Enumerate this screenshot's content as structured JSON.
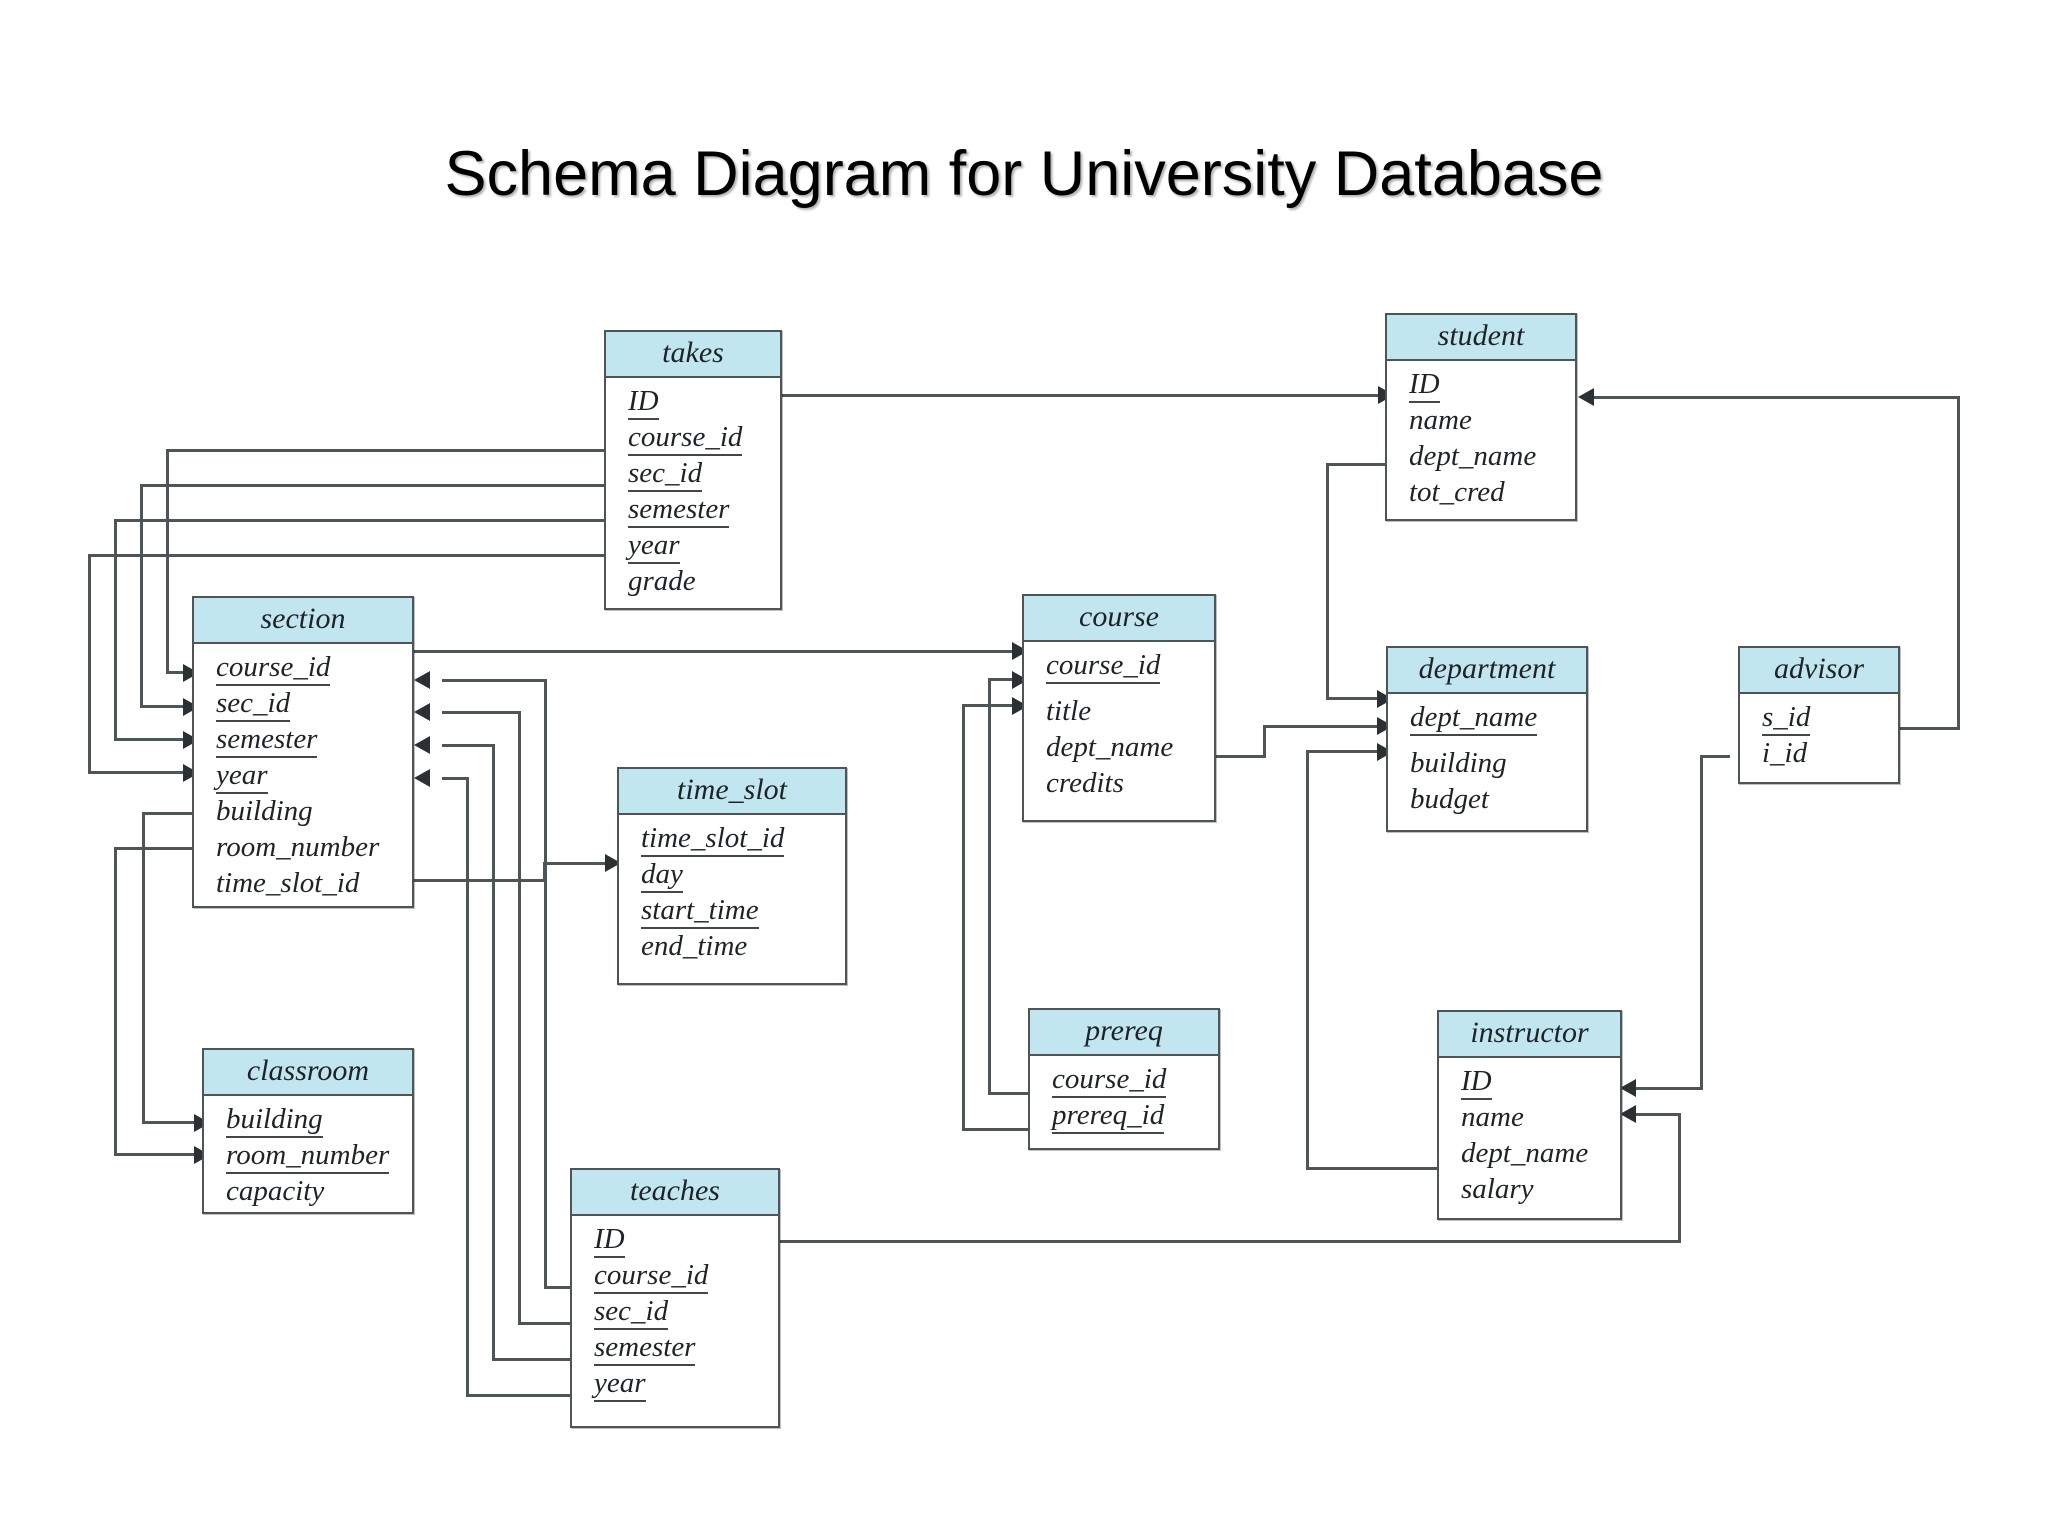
{
  "title": "Schema Diagram for University Database",
  "colors": {
    "header_fill": "#c2e6f0",
    "border": "#4d5558",
    "text": "#1d2327",
    "background": "#ffffff"
  },
  "diagram": {
    "type": "database-schema-diagram",
    "notation": "relational schema with primary-key underline and foreign-key arrows",
    "tables": [
      {
        "name": "takes",
        "attributes": [
          {
            "name": "ID",
            "key": true
          },
          {
            "name": "course_id",
            "key": true
          },
          {
            "name": "sec_id",
            "key": true
          },
          {
            "name": "semester",
            "key": true
          },
          {
            "name": "year",
            "key": true
          },
          {
            "name": "grade",
            "key": false
          }
        ]
      },
      {
        "name": "student",
        "attributes": [
          {
            "name": "ID",
            "key": true
          },
          {
            "name": "name",
            "key": false
          },
          {
            "name": "dept_name",
            "key": false
          },
          {
            "name": "tot_cred",
            "key": false
          }
        ]
      },
      {
        "name": "section",
        "attributes": [
          {
            "name": "course_id",
            "key": true
          },
          {
            "name": "sec_id",
            "key": true
          },
          {
            "name": "semester",
            "key": true
          },
          {
            "name": "year",
            "key": true
          },
          {
            "name": "building",
            "key": false
          },
          {
            "name": "room_number",
            "key": false
          },
          {
            "name": "time_slot_id",
            "key": false
          }
        ]
      },
      {
        "name": "course",
        "attributes": [
          {
            "name": "course_id",
            "key": true
          },
          {
            "name": "title",
            "key": false
          },
          {
            "name": "dept_name",
            "key": false
          },
          {
            "name": "credits",
            "key": false
          }
        ]
      },
      {
        "name": "department",
        "attributes": [
          {
            "name": "dept_name",
            "key": true
          },
          {
            "name": "building",
            "key": false
          },
          {
            "name": "budget",
            "key": false
          }
        ]
      },
      {
        "name": "advisor",
        "attributes": [
          {
            "name": "s_id",
            "key": true
          },
          {
            "name": "i_id",
            "key": false
          }
        ]
      },
      {
        "name": "time_slot",
        "attributes": [
          {
            "name": "time_slot_id",
            "key": true
          },
          {
            "name": "day",
            "key": true
          },
          {
            "name": "start_time",
            "key": true
          },
          {
            "name": "end_time",
            "key": false
          }
        ]
      },
      {
        "name": "prereq",
        "attributes": [
          {
            "name": "course_id",
            "key": true
          },
          {
            "name": "prereq_id",
            "key": true
          }
        ]
      },
      {
        "name": "instructor",
        "attributes": [
          {
            "name": "ID",
            "key": true
          },
          {
            "name": "name",
            "key": false
          },
          {
            "name": "dept_name",
            "key": false
          },
          {
            "name": "salary",
            "key": false
          }
        ]
      },
      {
        "name": "classroom",
        "attributes": [
          {
            "name": "building",
            "key": true
          },
          {
            "name": "room_number",
            "key": true
          },
          {
            "name": "capacity",
            "key": false
          }
        ]
      },
      {
        "name": "teaches",
        "attributes": [
          {
            "name": "ID",
            "key": true
          },
          {
            "name": "course_id",
            "key": true
          },
          {
            "name": "sec_id",
            "key": true
          },
          {
            "name": "semester",
            "key": true
          },
          {
            "name": "year",
            "key": true
          }
        ]
      }
    ],
    "relationships": [
      {
        "from": "takes.ID",
        "to": "student.ID"
      },
      {
        "from": "takes.course_id",
        "to": "section.course_id"
      },
      {
        "from": "takes.sec_id",
        "to": "section.sec_id"
      },
      {
        "from": "takes.semester",
        "to": "section.semester"
      },
      {
        "from": "takes.year",
        "to": "section.year"
      },
      {
        "from": "section.course_id",
        "to": "course.course_id"
      },
      {
        "from": "section.building",
        "to": "classroom.building"
      },
      {
        "from": "section.room_number",
        "to": "classroom.room_number"
      },
      {
        "from": "section.time_slot_id",
        "to": "time_slot.time_slot_id"
      },
      {
        "from": "course.dept_name",
        "to": "department.dept_name"
      },
      {
        "from": "student.dept_name",
        "to": "department.dept_name"
      },
      {
        "from": "instructor.dept_name",
        "to": "department.dept_name"
      },
      {
        "from": "prereq.course_id",
        "to": "course.course_id"
      },
      {
        "from": "prereq.prereq_id",
        "to": "course.course_id"
      },
      {
        "from": "advisor.s_id",
        "to": "student.ID"
      },
      {
        "from": "advisor.i_id",
        "to": "instructor.ID"
      },
      {
        "from": "teaches.ID",
        "to": "instructor.ID"
      },
      {
        "from": "teaches.course_id",
        "to": "section.course_id"
      },
      {
        "from": "teaches.sec_id",
        "to": "section.sec_id"
      },
      {
        "from": "teaches.semester",
        "to": "section.semester"
      },
      {
        "from": "teaches.year",
        "to": "section.year"
      }
    ]
  }
}
